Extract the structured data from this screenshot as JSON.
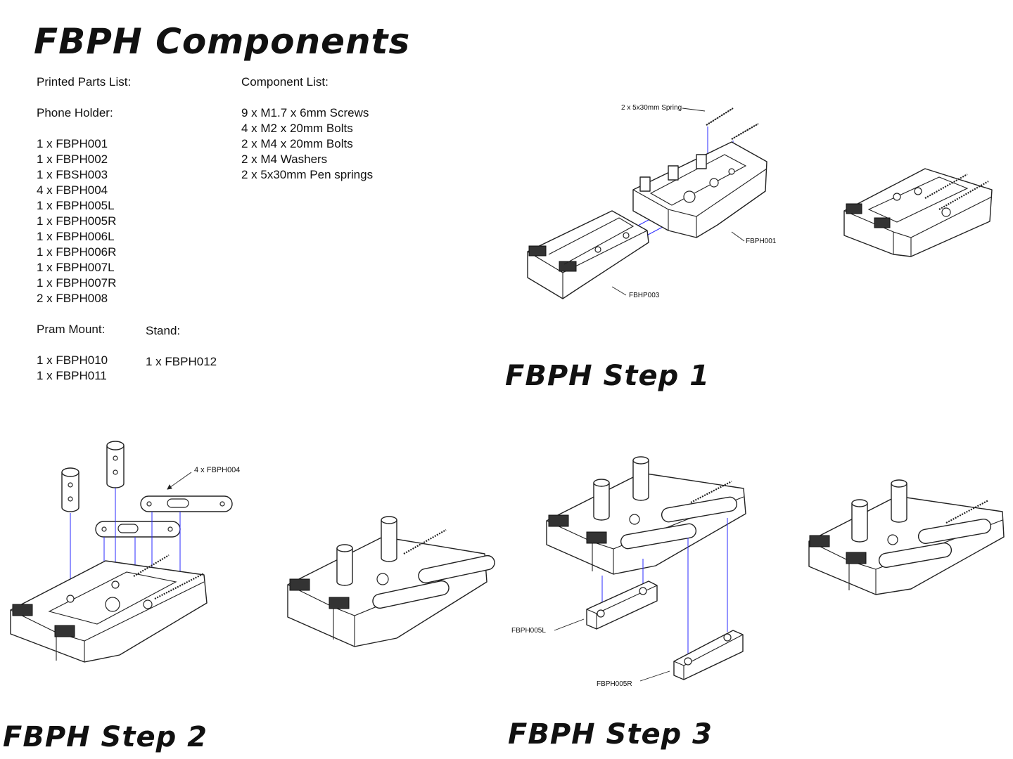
{
  "title": "FBPH Components",
  "printed_parts": {
    "heading": "Printed Parts List:",
    "phone_holder_heading": "Phone Holder:",
    "phone_holder_items": [
      "1 x FBPH001",
      "1 x FBPH002",
      "1 x FBSH003",
      "4 x FBPH004",
      "1 x FBPH005L",
      "1 x FBPH005R",
      "1 x FBPH006L",
      "1 x FBPH006R",
      "1 x FBPH007L",
      "1 x FBPH007R",
      "2 x FBPH008"
    ],
    "pram_mount_heading": "Pram Mount:",
    "pram_mount_items": [
      "1 x FBPH010",
      "1 x FBPH011"
    ],
    "stand_heading": "Stand:",
    "stand_items": [
      "1 x FBPH012"
    ]
  },
  "component_list": {
    "heading": "Component List:",
    "items": [
      "9 x M1.7 x 6mm Screws",
      "4 x M2 x 20mm Bolts",
      "2 x M4 x 20mm Bolts",
      "2 x M4 Washers",
      "2 x 5x30mm Pen springs"
    ]
  },
  "step1": {
    "title": "FBPH Step 1",
    "callouts": {
      "spring": "2 x 5x30mm Spring",
      "base": "FBPH001",
      "clamp": "FBHP003"
    }
  },
  "step2": {
    "title": "FBPH Step 2",
    "callouts": {
      "link": "4 x FBPH004"
    }
  },
  "step3": {
    "title": "FBPH Step 3",
    "callouts": {
      "left": "FBPH005L",
      "right": "FBPH005R"
    }
  },
  "colors": {
    "text": "#111111",
    "guide_lines": "#2a2aff",
    "line_art": "#222222"
  }
}
